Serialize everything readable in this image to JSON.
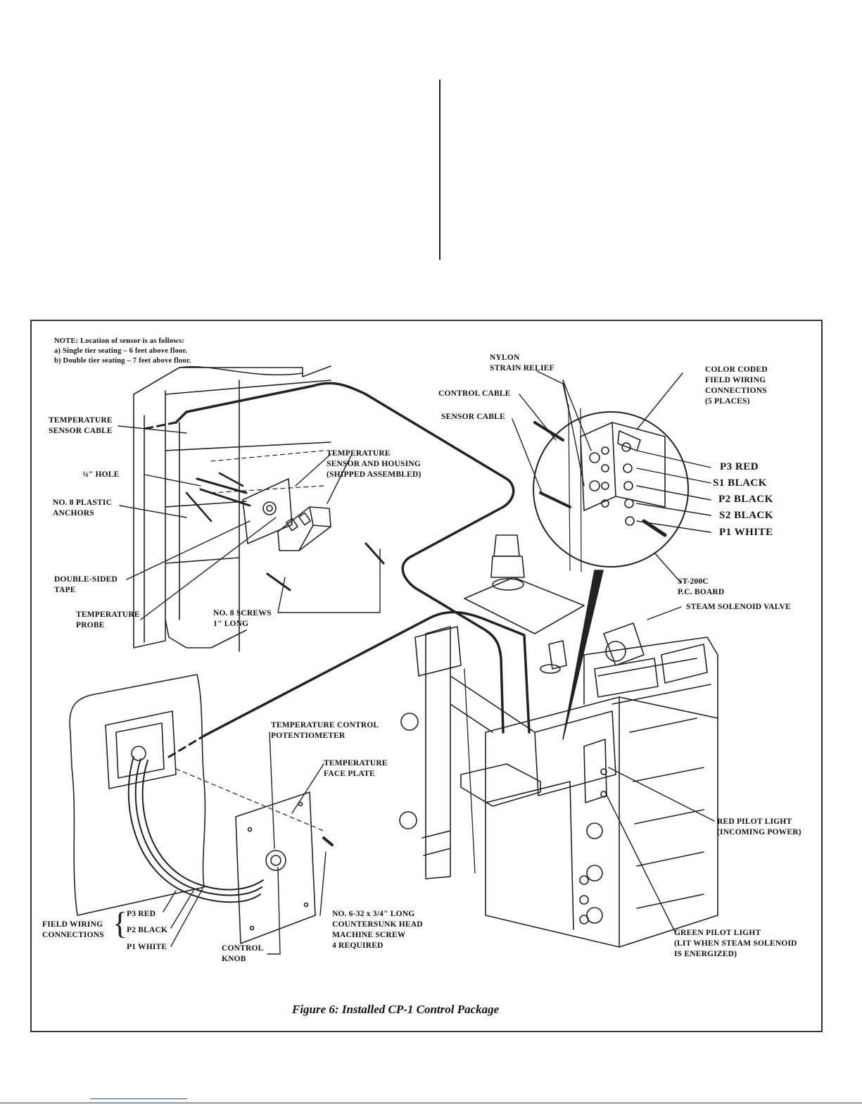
{
  "figure": {
    "caption": "Figure 6: Installed CP-1 Control Package",
    "note": {
      "line1": "NOTE: Location of sensor is as follows:",
      "line2": "a) Single tier seating – 6 feet above floor.",
      "line3": "b) Double tier seating – 7 feet above floor."
    },
    "labels": {
      "temp_sensor_cable": [
        "TEMPERATURE",
        "SENSOR CABLE"
      ],
      "hole": "¾\" HOLE",
      "plastic_anchors": [
        "NO. 8 PLASTIC",
        "ANCHORS"
      ],
      "double_sided_tape": [
        "DOUBLE-SIDED",
        "TAPE"
      ],
      "temperature_probe": [
        "TEMPERATURE",
        "PROBE"
      ],
      "sensor_housing": [
        "TEMPERATURE",
        "SENSOR AND HOUSING",
        "(SHIPPED ASSEMBLED)"
      ],
      "no8_screws": [
        "NO. 8 SCREWS",
        "1\" LONG"
      ],
      "nylon_strain_relief": [
        "NYLON",
        "STRAIN RELIEF"
      ],
      "control_cable": "CONTROL CABLE",
      "sensor_cable": "SENSOR CABLE",
      "color_coded": [
        "COLOR CODED",
        "FIELD WIRING",
        "CONNECTIONS",
        "(5 PLACES)"
      ],
      "terminals": [
        "P3 RED",
        "S1 BLACK",
        "P2 BLACK",
        "S2 BLACK",
        "P1 WHITE"
      ],
      "pc_board": [
        "ST-200C",
        "P.C. BOARD"
      ],
      "steam_solenoid": "STEAM SOLENOID VALVE",
      "potentiometer": [
        "TEMPERATURE CONTROL",
        "POTENTIOMETER"
      ],
      "face_plate": [
        "TEMPERATURE",
        "FACE PLATE"
      ],
      "red_pilot": [
        "RED PILOT LIGHT",
        "(INCOMING POWER)"
      ],
      "green_pilot": [
        "GREEN PILOT LIGHT",
        "(LIT WHEN STEAM SOLENOID",
        "IS ENERGIZED)"
      ],
      "field_wiring": [
        "FIELD WIRING",
        "CONNECTIONS"
      ],
      "field_wires": [
        "P3 RED",
        "P2 BLACK",
        "P1 WHITE"
      ],
      "control_knob": [
        "CONTROL",
        "KNOB"
      ],
      "machine_screw": [
        "NO. 6-32 x 3/4\" LONG",
        "COUNTERSUNK HEAD",
        "MACHINE SCREW",
        "4 REQUIRED"
      ]
    }
  }
}
